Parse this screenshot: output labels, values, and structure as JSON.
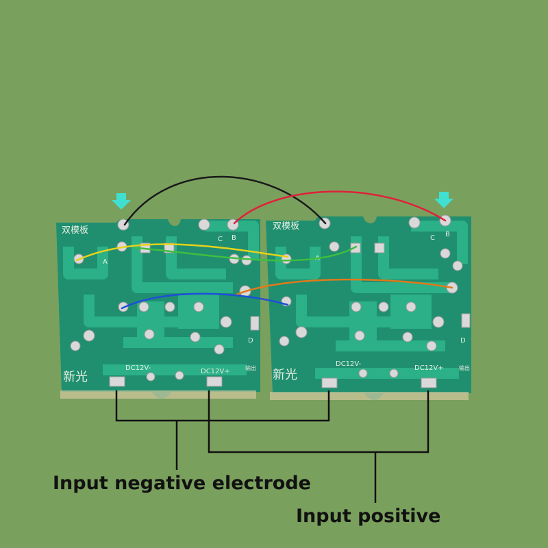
{
  "labels": {
    "negative": "Input negative electrode",
    "positive": "Input positive"
  },
  "boards": [
    {
      "title": "双模板",
      "brand": "新光",
      "neg": "DC12V-",
      "pos": "DC12V+",
      "out": "输出",
      "a": "A",
      "b": "B",
      "c": "C",
      "d": "D"
    },
    {
      "title": "双模板",
      "brand": "新光",
      "neg": "DC12V-",
      "pos": "DC12V+",
      "out": "输出",
      "a": "A",
      "b": "B",
      "c": "C",
      "d": "D"
    }
  ],
  "colors": {
    "background": "#7aa05e",
    "board": "#1f8f70",
    "trace": "#2bb087",
    "pad": "#d9d9d9",
    "arrow": "#3fe0d0",
    "wire_black": "#1a1a1a",
    "wire_red": "#e0203a",
    "wire_yellow": "#e6d21a",
    "wire_green": "#3fbf3f",
    "wire_orange": "#e07a1a",
    "wire_blue": "#1f4fd8"
  }
}
